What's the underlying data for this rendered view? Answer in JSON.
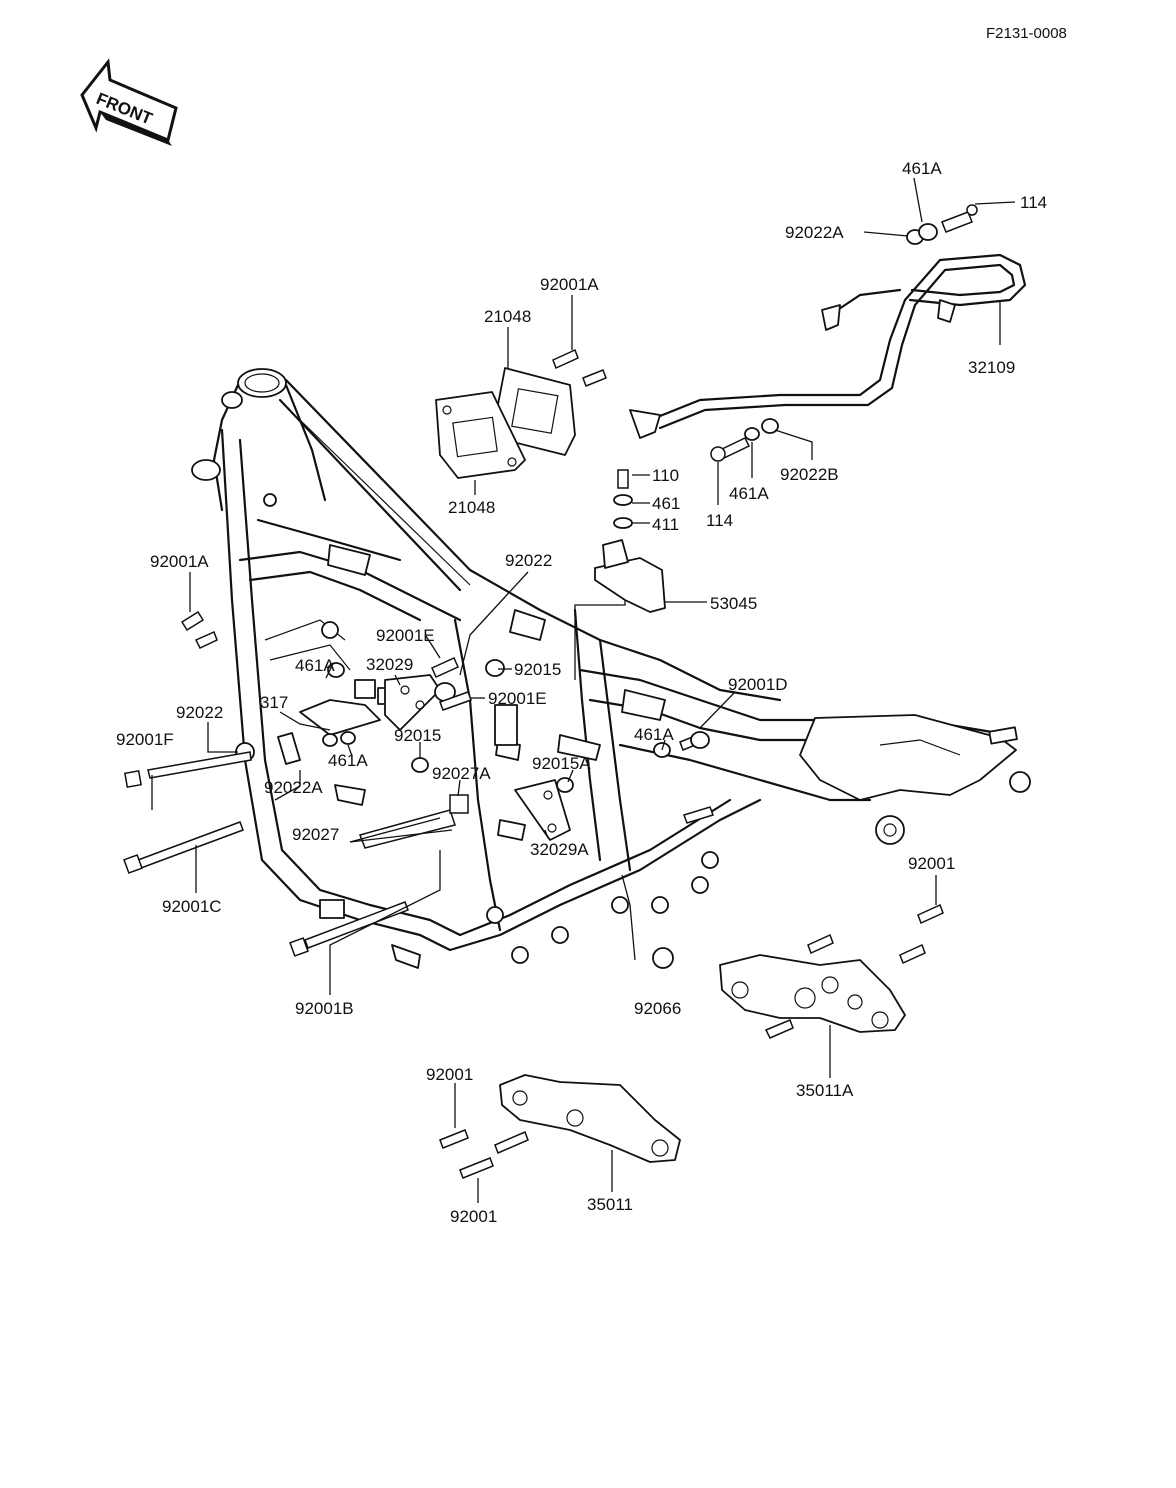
{
  "doc_code": "F2131-0008",
  "front_label": "FRONT",
  "callouts": {
    "c_461A_top": "461A",
    "c_114_top": "114",
    "c_92022A_top": "92022A",
    "c_32109": "32109",
    "c_92022B": "92022B",
    "c_461A_mid": "461A",
    "c_114_bot": "114",
    "c_92001A_top": "92001A",
    "c_21048_top": "21048",
    "c_21048_bot": "21048",
    "c_110": "110",
    "c_461": "461",
    "c_411": "411",
    "c_53045": "53045",
    "c_92022_top": "92022",
    "c_92001A_left": "92001A",
    "c_92001E_a": "92001E",
    "c_92015_a": "92015",
    "c_461A_left": "461A",
    "c_32029": "32029",
    "c_92001E_b": "92001E",
    "c_317": "317",
    "c_92022_left": "92022",
    "c_92001F": "92001F",
    "c_92015_b": "92015",
    "c_461A_low": "461A",
    "c_92022A_low": "92022A",
    "c_92027A": "92027A",
    "c_92015A": "92015A",
    "c_92027": "92027",
    "c_32029A": "32029A",
    "c_461A_right": "461A",
    "c_92001D": "92001D",
    "c_92001C": "92001C",
    "c_92001B": "92001B",
    "c_92066": "92066",
    "c_92001_right": "92001",
    "c_35011A": "35011A",
    "c_92001_bl_top": "92001",
    "c_92001_bl_bot": "92001",
    "c_35011": "35011"
  }
}
